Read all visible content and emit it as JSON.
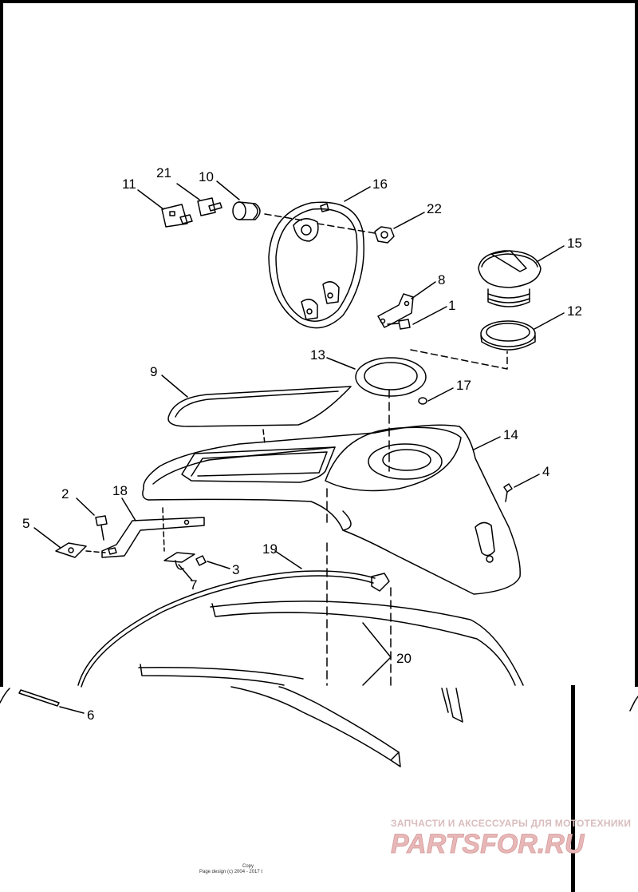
{
  "callouts": {
    "c1": "1",
    "c2": "2",
    "c3": "3",
    "c4": "4",
    "c5": "5",
    "c6": "6",
    "c7": "7",
    "c8": "8",
    "c9": "9",
    "c10": "10",
    "c11": "11",
    "c12": "12",
    "c13": "13",
    "c14": "14",
    "c15": "15",
    "c16": "16",
    "c17": "17",
    "c18": "18",
    "c19": "19",
    "c20": "20",
    "c21": "21",
    "c22": "22"
  },
  "watermark": {
    "tagline": "ЗАПЧАСТИ И АКСЕССУАРЫ ДЛЯ МОТОТЕХНИКИ",
    "logo_text": "PARTSFOR.RU",
    "logo_color": "#e8b7b7"
  },
  "footer": {
    "copy": "Copy",
    "page_design": "Page design (c) 2004 - 2017 t"
  }
}
